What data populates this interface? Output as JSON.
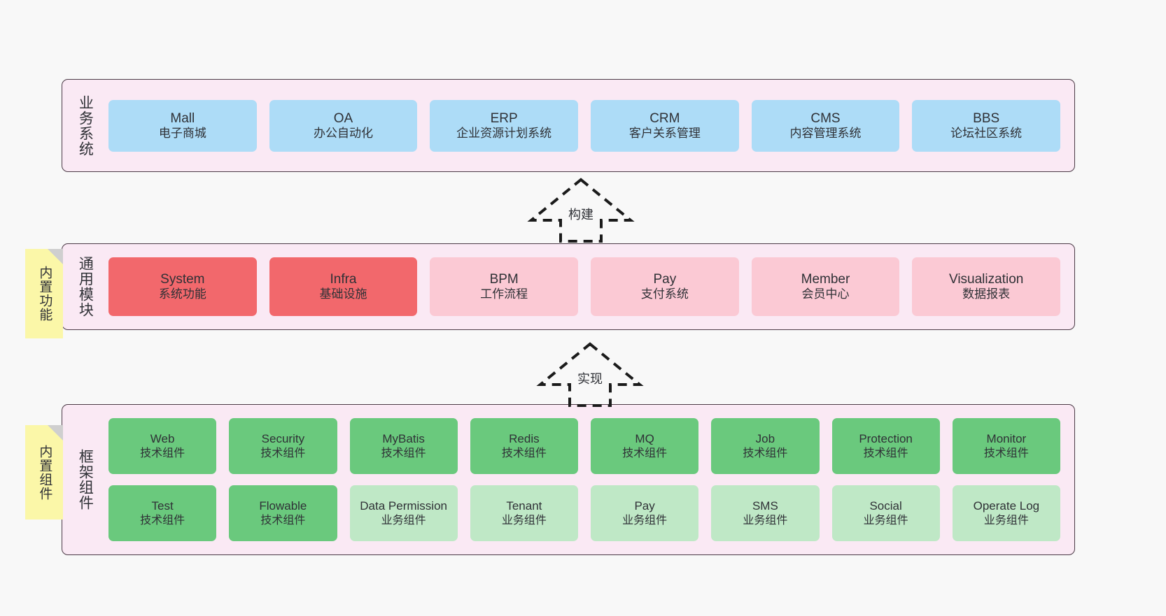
{
  "theme": {
    "page_bg": "#f8f8f8",
    "layer_bg": "#fae9f4",
    "layer_border": "#4b3a46",
    "note_bg": "#fbf7a8",
    "blue": "#addcf7",
    "red": "#f2686c",
    "pink": "#fbc9d4",
    "green": "#6ac97d",
    "green_light": "#bfe8c6",
    "text": "#2f3136"
  },
  "layers": [
    {
      "id": "business-system",
      "title": "业务系统",
      "cards": [
        {
          "name": "Mall",
          "desc": "电子商城",
          "color": "blue"
        },
        {
          "name": "OA",
          "desc": "办公自动化",
          "color": "blue"
        },
        {
          "name": "ERP",
          "desc": "企业资源计划系统",
          "color": "blue"
        },
        {
          "name": "CRM",
          "desc": "客户关系管理",
          "color": "blue"
        },
        {
          "name": "CMS",
          "desc": "内容管理系统",
          "color": "blue"
        },
        {
          "name": "BBS",
          "desc": "论坛社区系统",
          "color": "blue"
        }
      ]
    },
    {
      "id": "common-module",
      "title": "通用模块",
      "note": "内置功能",
      "cards": [
        {
          "name": "System",
          "desc": "系统功能",
          "color": "red"
        },
        {
          "name": "Infra",
          "desc": "基础设施",
          "color": "red"
        },
        {
          "name": "BPM",
          "desc": "工作流程",
          "color": "pink"
        },
        {
          "name": "Pay",
          "desc": "支付系统",
          "color": "pink"
        },
        {
          "name": "Member",
          "desc": "会员中心",
          "color": "pink"
        },
        {
          "name": "Visualization",
          "desc": "数据报表",
          "color": "pink"
        }
      ]
    },
    {
      "id": "framework-component",
      "title": "框架组件",
      "note": "内置组件",
      "row1": [
        {
          "name": "Web",
          "desc": "技术组件",
          "color": "green"
        },
        {
          "name": "Security",
          "desc": "技术组件",
          "color": "green"
        },
        {
          "name": "MyBatis",
          "desc": "技术组件",
          "color": "green"
        },
        {
          "name": "Redis",
          "desc": "技术组件",
          "color": "green"
        },
        {
          "name": "MQ",
          "desc": "技术组件",
          "color": "green"
        },
        {
          "name": "Job",
          "desc": "技术组件",
          "color": "green"
        },
        {
          "name": "Protection",
          "desc": "技术组件",
          "color": "green"
        },
        {
          "name": "Monitor",
          "desc": "技术组件",
          "color": "green"
        }
      ],
      "row2": [
        {
          "name": "Test",
          "desc": "技术组件",
          "color": "green"
        },
        {
          "name": "Flowable",
          "desc": "技术组件",
          "color": "green"
        },
        {
          "name": "Data Permission",
          "desc": "业务组件",
          "color": "green_light"
        },
        {
          "name": "Tenant",
          "desc": "业务组件",
          "color": "green_light"
        },
        {
          "name": "Pay",
          "desc": "业务组件",
          "color": "green_light"
        },
        {
          "name": "SMS",
          "desc": "业务组件",
          "color": "green_light"
        },
        {
          "name": "Social",
          "desc": "业务组件",
          "color": "green_light"
        },
        {
          "name": "Operate Log",
          "desc": "业务组件",
          "color": "green_light"
        }
      ]
    }
  ],
  "connectors": [
    {
      "id": "build",
      "label": "构建"
    },
    {
      "id": "implement",
      "label": "实现"
    }
  ]
}
